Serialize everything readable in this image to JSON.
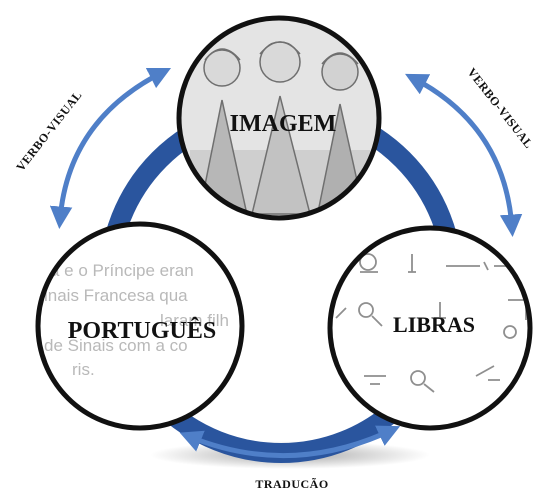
{
  "nodes": {
    "imagem": {
      "label": "IMAGEM"
    },
    "portugues": {
      "label": "PORTUGUÊS",
      "background_text": [
        "a e o Príncipe eran",
        "inais Francesa qua",
        "laram filh",
        "de Sinais com a co",
        "ris."
      ]
    },
    "libras": {
      "label": "LIBRAS"
    }
  },
  "relations": {
    "left": "VERBO-VISUAL",
    "right": "VERBO-VISUAL",
    "bottom": "TRADUCÃO"
  },
  "colors": {
    "ring": "#2a559e",
    "arrow": "#4f7fc8",
    "circle_border": "#111111"
  }
}
